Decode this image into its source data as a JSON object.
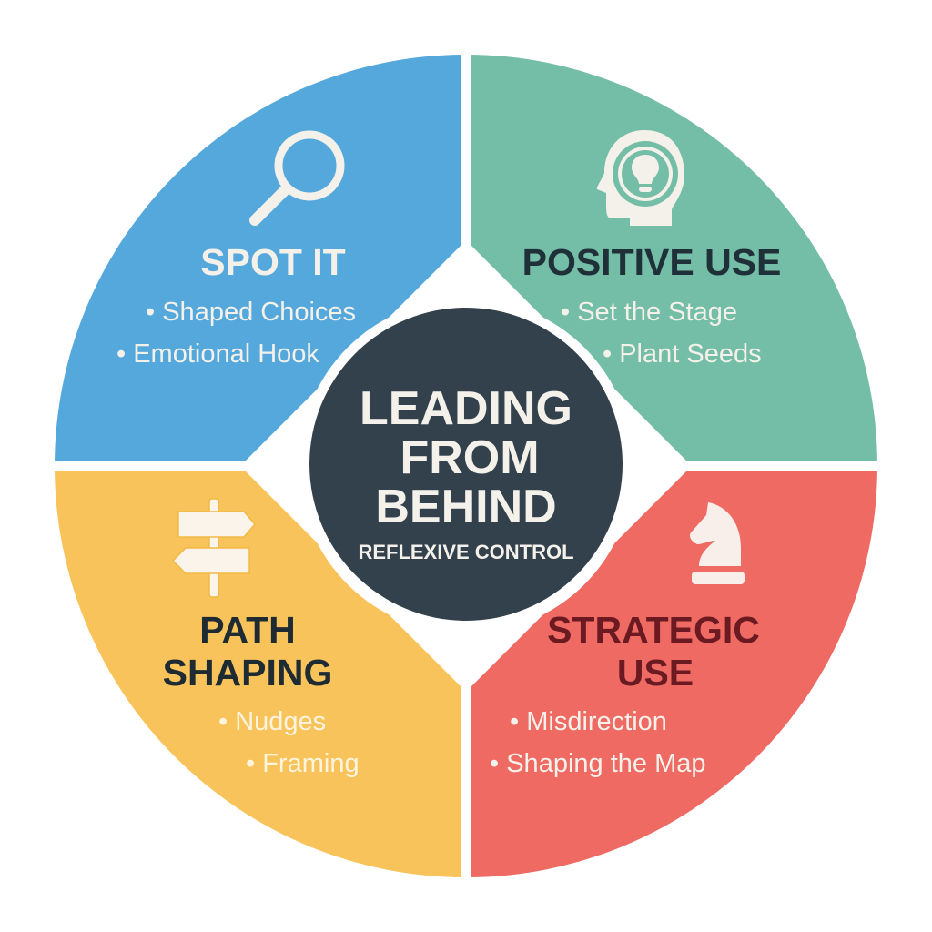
{
  "center": {
    "title_lines": [
      "LEADING",
      "FROM",
      "BEHIND"
    ],
    "subtitle": "REFLEXIVE CONTROL",
    "color": "#33414D"
  },
  "quadrants": [
    {
      "id": "spot-it",
      "title_lines": [
        "SPOT IT"
      ],
      "icon": "magnifying-glass-icon",
      "color": "#55A8DC",
      "bullets": [
        "Shaped Choices",
        "Emotional Hook"
      ]
    },
    {
      "id": "positive-use",
      "title_lines": [
        "POSITIVE USE"
      ],
      "icon": "head-lightbulb-icon",
      "color": "#74BDA6",
      "bullets": [
        "Set the Stage",
        "Plant Seeds"
      ]
    },
    {
      "id": "path-shaping",
      "title_lines": [
        "PATH",
        "SHAPING"
      ],
      "icon": "signpost-icon",
      "color": "#F7C35A",
      "bullets": [
        "Nudges",
        "Framing"
      ]
    },
    {
      "id": "strategic-use",
      "title_lines": [
        "STRATEGIC",
        "USE"
      ],
      "icon": "chess-knight-icon",
      "color": "#EE6A63",
      "bullets": [
        "Misdirection",
        "Shaping the Map"
      ]
    }
  ]
}
